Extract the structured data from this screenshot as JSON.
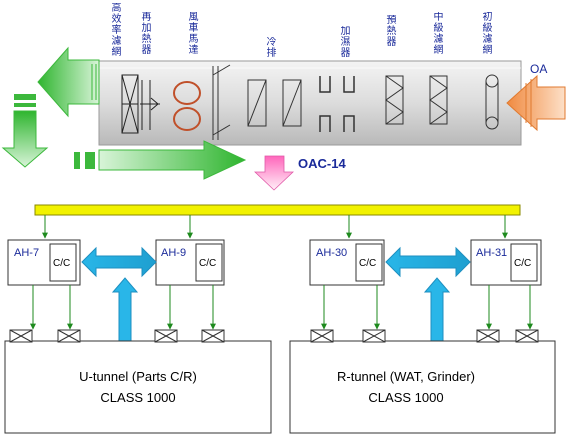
{
  "ahu": {
    "name": "OAC-14",
    "intake_label": "OA",
    "sections": [
      "高效率濾網",
      "再加熱器",
      "風車馬達",
      "冷排",
      "加濕器",
      "預熱器",
      "中級濾網",
      "初級濾網"
    ]
  },
  "handlers": [
    {
      "name": "AH-7",
      "coil": "C/C"
    },
    {
      "name": "AH-9",
      "coil": "C/C"
    },
    {
      "name": "AH-30",
      "coil": "C/C"
    },
    {
      "name": "AH-31",
      "coil": "C/C"
    }
  ],
  "rooms": [
    {
      "name": "U-tunnel (Parts C/R)",
      "class": "CLASS 1000"
    },
    {
      "name": "R-tunnel (WAT, Grinder)",
      "class": "CLASS 1000"
    }
  ],
  "colors": {
    "label_blue": "#1a2a9a",
    "supply_green": "#3cb83c",
    "header_yellow": "#f2f200",
    "oa_orange": "#f09a5a",
    "return_cyan": "#1fb3e6",
    "coil_red": "#c0502a"
  }
}
